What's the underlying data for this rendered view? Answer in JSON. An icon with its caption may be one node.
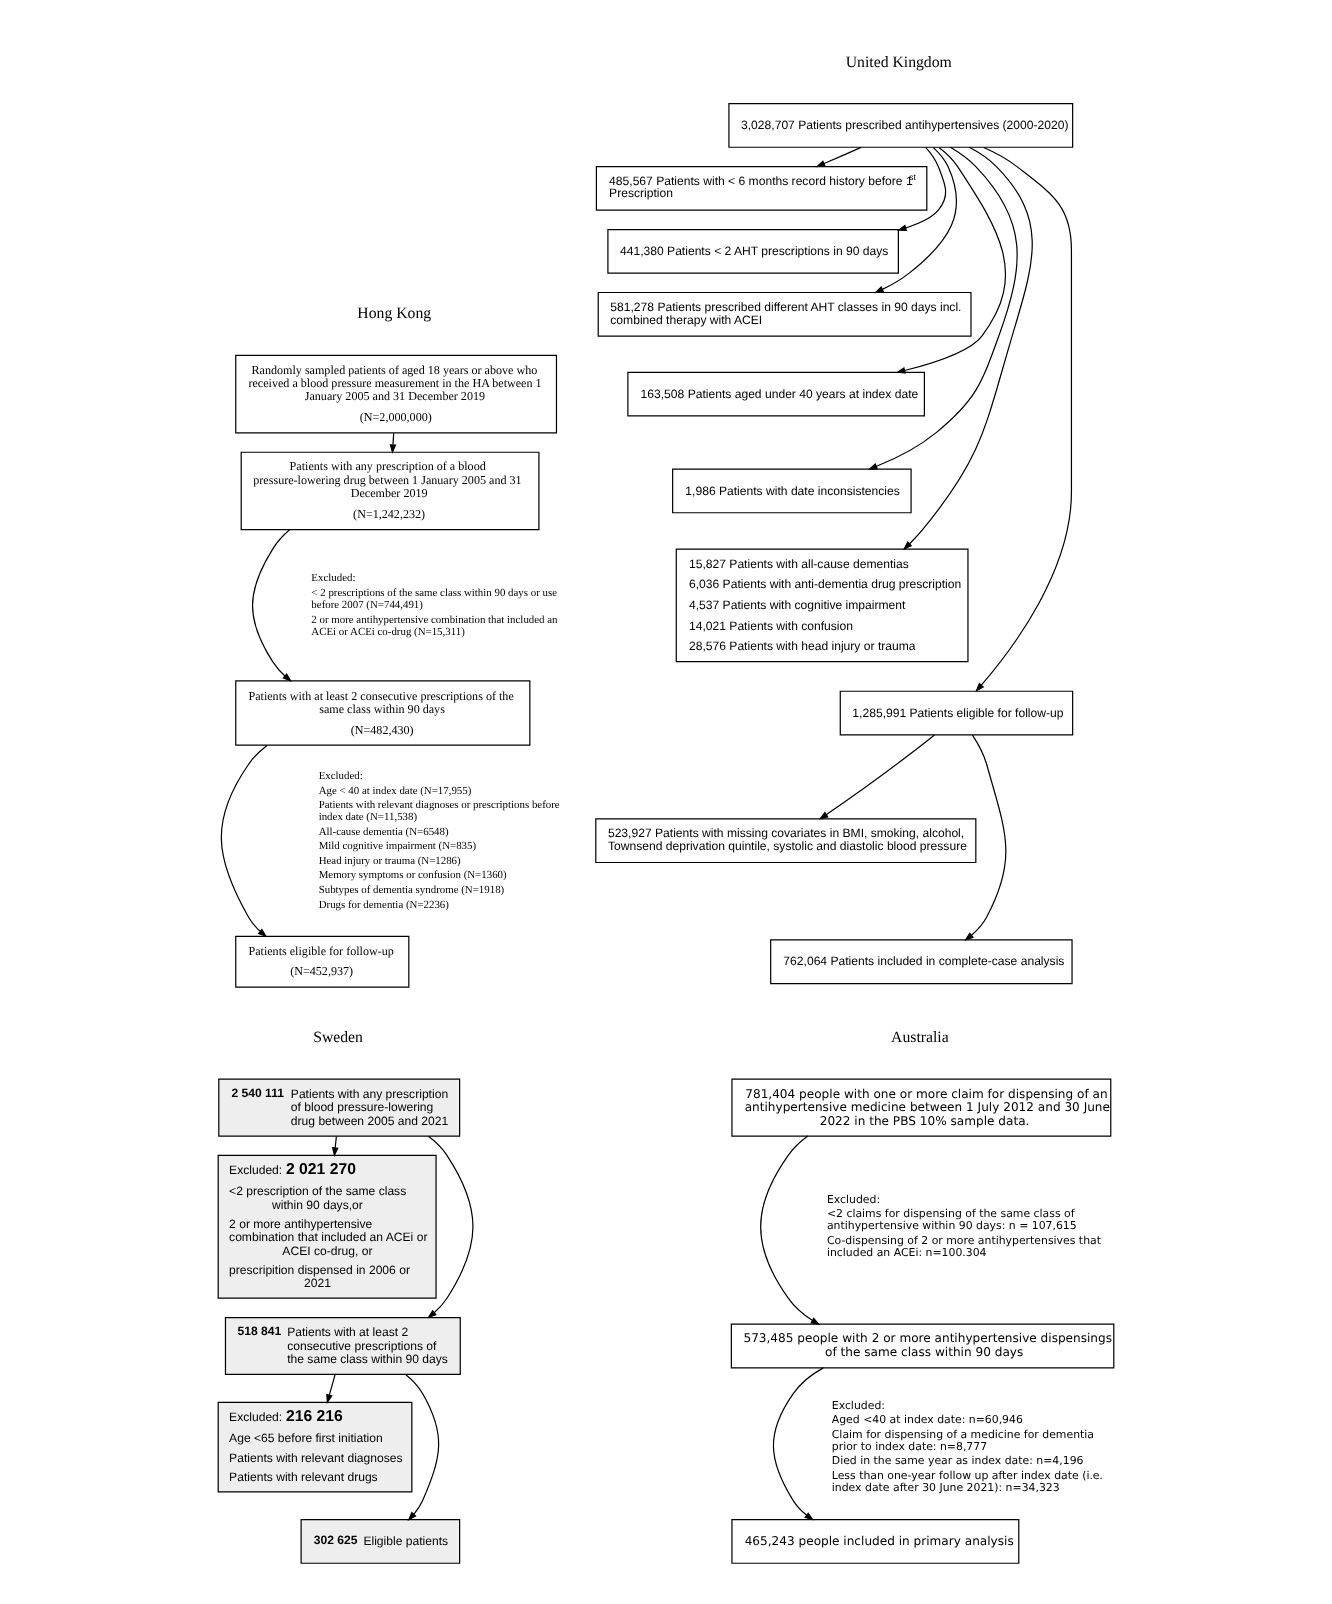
{
  "diagram": {
    "nodes": [
      {
        "text": [
          "Randomly sampled patients of aged 18 years or above who received a blood pressure measurement in the HA between 1 January 2005 and 31 December 2019",
          "(N=2,000,000)"
        ]
      },
      {
        "text": [
          "Patients with any prescription of a blood pressure-lowering drug between 1 January 2005 and 31 December 2019",
          "(N=1,242,232)"
        ]
      },
      {
        "text": [
          "Patients with at least 2 consecutive prescriptions of the same class within 90 days",
          "(N=482,430)"
        ]
      },
      {
        "text": [
          "Patients eligible for follow-up",
          "(N=452,937)"
        ]
      },
      {
        "text": [
          "3,028,707 Patients prescribed antihypertensives (2000-2020)"
        ]
      },
      {
        "text": [
          "485,567 Patients with < 6 months record history before 1$^{st}$ Prescription"
        ]
      },
      {
        "text": [
          "441,380 Patients < 2 AHT prescriptions in 90 days"
        ]
      },
      {
        "text": [
          "581,278 Patients prescribed different AHT classes in 90 days incl. combined therapy with ACEI"
        ]
      },
      {
        "text": [
          "163,508 Patients aged under 40 years at index date"
        ]
      },
      {
        "text": [
          "1,986 Patients with date inconsistencies"
        ]
      },
      {
        "text": [
          "15,827 Patients with all-cause dementias",
          "6,036 Patients with anti-dementia drug prescription",
          "4,537 Patients with cognitive impairment",
          "14,021 Patients with confusion",
          "28,576 Patients with head injury or trauma"
        ]
      },
      {
        "text": [
          "1,285,991 Patients eligible for follow-up"
        ]
      },
      {
        "text": [
          "523,927 Patients with missing covariates in BMI, smoking, alcohol, Townsend deprivation quintile, systolic and diastolic blood pressure"
        ]
      },
      {
        "text": [
          "762,064 Patients included in complete-case analysis"
        ]
      },
      {
        "text": [
          "2 540 111",
          "Patients with any prescription of blood pressure-lowering drug between 2005 and 2021"
        ]
      },
      {
        "text": [
          "Excluded:",
          "2 021 270",
          "<2 prescription of the same class within 90 days,or",
          "2 or more antihypertensive combination that included an ACEi or ACEI co-drug, or",
          "prescripition dispensed in 2006 or 2021"
        ]
      },
      {
        "text": [
          "518 841",
          "Patients with at least 2 consecutive prescriptions of the same class within 90 days"
        ]
      },
      {
        "text": [
          "Excluded:",
          "216 216",
          "Age <65 before first initiation",
          "Patients with relevant diagnoses",
          "Patients with relevant drugs"
        ]
      },
      {
        "text": [
          "302 625",
          "Eligible patients"
        ]
      },
      {
        "text": [
          "781,404 people with one or more claim for dispensing of an antihypertensive medicine between 1 July 2012 and 30 June 2022 in the PBS 10% sample data."
        ]
      },
      {
        "text": [
          "573,485 people with 2 or more antihypertensive dispensings of the same class within 90 days"
        ]
      },
      {
        "text": [
          "465,243 people included in primary analysis"
        ]
      }
    ],
    "edges": [
      {
        "from": 0,
        "to": 1,
        "arrow": "to"
      },
      {
        "from": 1,
        "to": 2,
        "arrow": "to"
      },
      {
        "from": 2,
        "to": 3,
        "arrow": "to"
      },
      {
        "from": 4,
        "to": 5,
        "arrow": "to"
      },
      {
        "from": 4,
        "to": 6,
        "arrow": "to"
      },
      {
        "from": 4,
        "to": 7,
        "arrow": "to"
      },
      {
        "from": 4,
        "to": 8,
        "arrow": "to"
      },
      {
        "from": 4,
        "to": 9,
        "arrow": "to"
      },
      {
        "from": 4,
        "to": 10,
        "arrow": "to"
      },
      {
        "from": 4,
        "to": 11,
        "arrow": "to"
      },
      {
        "from": 11,
        "to": 12,
        "arrow": "to"
      },
      {
        "from": 11,
        "to": 13,
        "arrow": "to"
      },
      {
        "from": 14,
        "to": 15,
        "arrow": "to"
      },
      {
        "from": 14,
        "to": 16,
        "arrow": "to"
      },
      {
        "from": 16,
        "to": 17,
        "arrow": "to"
      },
      {
        "from": 16,
        "to": 18,
        "arrow": "to"
      },
      {
        "from": 19,
        "to": 20,
        "arrow": "to"
      },
      {
        "from": 20,
        "to": 21,
        "arrow": "to"
      }
    ],
    "labels": [
      "Hong Kong",
      "United Kingdom",
      "Sweden",
      "Australia",
      "Excluded:",
      "< 2 prescriptions of the same class within 90 days or use before 2007 (N=744,491)",
      "2 or more antihypertensive combination that included an ACEi or ACEi co-drug (N=15,311)",
      "Excluded:",
      "Age < 40 at index date (N=17,955)",
      "Patients with relevant diagnoses or prescriptions before index date (N=11,538)",
      "All-cause dementia (N=6548)",
      "Mild cognitive impairment (N=835)",
      "Head injury or trauma (N=1286)",
      "Memory symptoms or confusion (N=1360)",
      "Subtypes of dementia syndrome (N=1918)",
      "Drugs for dementia (N=2236)",
      "Excluded:",
      "<2 claims for dispensing of the same class of antihypertensive within 90 days: n = 107,615",
      "Co-dispensing of 2 or more antihypertensives that included an ACEi: n=100.304",
      "Excluded:",
      "Aged <40 at index date: n=60,946",
      "Claim for dispensing of a medicine for dementia prior to index date: n=8,777",
      "Died in the same year as index date: n=4,196",
      "Less than one-year follow up after index date (i.e. index date after 30 June 2021): n=34,323"
    ]
  }
}
